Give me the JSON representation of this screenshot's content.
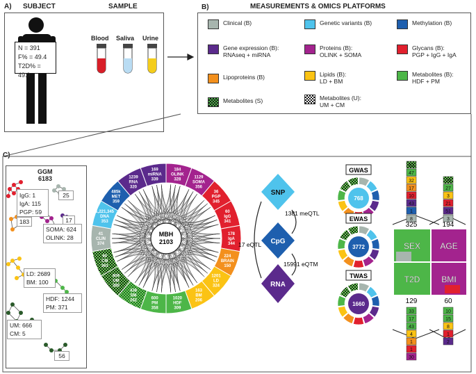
{
  "panel_a": {
    "label": "A)",
    "subject_title": "SUBJECT",
    "sample_title": "SAMPLE",
    "stats": [
      "N = 391",
      "F% = 49.4",
      "T2D% = 49.9"
    ],
    "samples": [
      "Blood",
      "Saliva",
      "Urine"
    ]
  },
  "panel_b": {
    "label": "B)",
    "title": "MEASUREMENTS & OMICS PLATFORMS",
    "legend": [
      {
        "text": "Clinical (B)",
        "color": "#a7b5ae"
      },
      {
        "text": "Genetic variants (B)",
        "color": "#4fc3ec"
      },
      {
        "text": "Methylation (B)",
        "color": "#1e5fae"
      },
      {
        "text": "Gene expression (B):\nRNAseq + miRNA",
        "color": "#5b2a8c"
      },
      {
        "text": "Proteins (B):\nOLINK + SOMA",
        "color": "#a3238e"
      },
      {
        "text": "Glycans (B):\nPGP + IgG + IgA",
        "color": "#e1202e"
      },
      {
        "text": "Lipoproteins (B)",
        "color": "#f3901d"
      },
      {
        "text": "Lipids (B):\nLD + BM",
        "color": "#fbc314"
      },
      {
        "text": "Metabolites (B):\nHDF + PM",
        "color": "#4db648"
      },
      {
        "text": "Metabolites (S)",
        "color": "checker-green"
      },
      {
        "text": "Metabolites (U):\nUM + CM",
        "color": "checker-dark"
      }
    ]
  },
  "panel_c": {
    "label": "C)",
    "ggm_title": "GGM",
    "ggm_count": "6183",
    "ggm_boxes": [
      "IgG: 1\nIgA: 115\nPGP: 59",
      "25",
      "17",
      "183",
      "SOMA: 624\nOLINK: 28",
      "LD: 2689\nBM: 100",
      "HDF: 1244\nPM: 371",
      "UM: 666\nCM: 5",
      "56"
    ],
    "mbh": {
      "title": "MBH",
      "count": "2103"
    },
    "segments": [
      {
        "name": "miRNA",
        "count": "169",
        "color": "#5b2a8c"
      },
      {
        "name": "OLINK",
        "count": "184",
        "color": "#a3238e"
      },
      {
        "name": "SOMA",
        "count": "1129",
        "color": "#a3238e"
      },
      {
        "name": "PGP",
        "count": "36",
        "color": "#e1202e"
      },
      {
        "name": "IgG",
        "count": "60",
        "color": "#e1202e"
      },
      {
        "name": "IgA",
        "count": "178",
        "color": "#e1202e"
      },
      {
        "name": "BRAIN",
        "count": "224",
        "color": "#f3901d"
      },
      {
        "name": "LD",
        "count": "1201",
        "color": "#fbc314"
      },
      {
        "name": "BM",
        "count": "163",
        "color": "#fbc314"
      },
      {
        "name": "HDF",
        "count": "1020",
        "color": "#4db648"
      },
      {
        "name": "PM",
        "count": "600",
        "color": "#4db648"
      },
      {
        "name": "SM",
        "count": "438",
        "color": "checker-green"
      },
      {
        "name": "UM",
        "count": "809",
        "color": "checker-dark"
      },
      {
        "name": "CM",
        "count": "60",
        "color": "checker-dark"
      },
      {
        "name": "CLIN",
        "count": "41",
        "color": "#a7b5ae"
      },
      {
        "name": "DNA",
        "count": "1,221,345",
        "color": "#4fc3ec"
      },
      {
        "name": "MET",
        "count": "485k",
        "color": "#1e5fae"
      },
      {
        "name": "RNA",
        "count": "1239",
        "color": "#5b2a8c"
      }
    ],
    "segment_second_numbers": [
      "339",
      "328",
      "356",
      "345",
      "341",
      "344",
      "150",
      "324",
      "206",
      "309",
      "358",
      "262",
      "380",
      "363",
      "374",
      "353",
      "359",
      "320"
    ],
    "qtl": {
      "snp": "SNP",
      "cpg": "CpG",
      "rna": "RNA",
      "meqtl": "1381 meQTL",
      "eqtl": "17 eQTL",
      "eqtm": "15991 eQTM"
    },
    "assoc": [
      {
        "title": "GWAS",
        "count": "768"
      },
      {
        "title": "EWAS",
        "count": "3772"
      },
      {
        "title": "TWAS",
        "count": "1660"
      }
    ],
    "traits": [
      "SEX",
      "AGE",
      "T2D",
      "BMI"
    ],
    "trait_counts": {
      "top_left": "325",
      "top_right": "194",
      "bottom_left": "129",
      "bottom_right": "60"
    },
    "bar_top_left": [
      "8",
      "1",
      "43",
      "10",
      "17",
      "32",
      "47",
      "63"
    ],
    "bar_top_right": [
      "3",
      "51",
      "21",
      "3",
      "27",
      "25"
    ],
    "bar_bottom_left": [
      "33",
      "17",
      "43",
      "4",
      "1",
      "1",
      "30"
    ],
    "bar_bottom_right": [
      "10",
      "15",
      "8",
      "1",
      "2"
    ]
  }
}
